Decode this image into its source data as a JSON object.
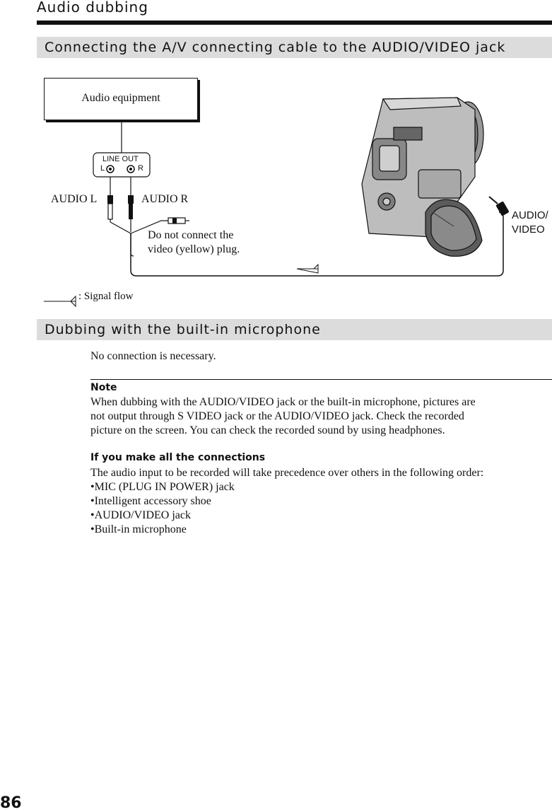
{
  "header": {
    "title": "Audio dubbing"
  },
  "section1": {
    "heading": "Connecting the A/V connecting cable to the AUDIO/VIDEO jack"
  },
  "diagram": {
    "equipment_label": "Audio equipment",
    "line_out_label": "LINE OUT",
    "line_out_left": "L",
    "line_out_right": "R",
    "audio_l_label": "AUDIO L",
    "audio_r_label": "AUDIO R",
    "video_note_line1": "Do not connect the",
    "video_note_line2": "video (yellow) plug.",
    "jack_label_line1": "AUDIO/",
    "jack_label_line2": "VIDEO",
    "legend_label": ": Signal flow",
    "icons": [
      "signal-flow-arrow-icon",
      "camcorder-icon",
      "rca-plug-icon",
      "mini-plug-icon"
    ]
  },
  "section2": {
    "heading": "Dubbing with the built-in microphone",
    "text": "No connection is necessary."
  },
  "note": {
    "heading": "Note",
    "lines": [
      "When dubbing with the AUDIO/VIDEO jack or the built-in microphone, pictures are",
      "not output through S VIDEO jack or the AUDIO/VIDEO jack. Check the recorded",
      "picture on the screen. You can check the recorded sound by using headphones."
    ]
  },
  "connections": {
    "heading": "If you make all the connections",
    "intro": "The audio input to be recorded will take precedence over others in the following order:",
    "items": [
      "•MIC (PLUG IN POWER) jack",
      "•Intelligent accessory shoe",
      "•AUDIO/VIDEO jack",
      "•Built-in microphone"
    ]
  },
  "footer": {
    "page_number": "86"
  }
}
